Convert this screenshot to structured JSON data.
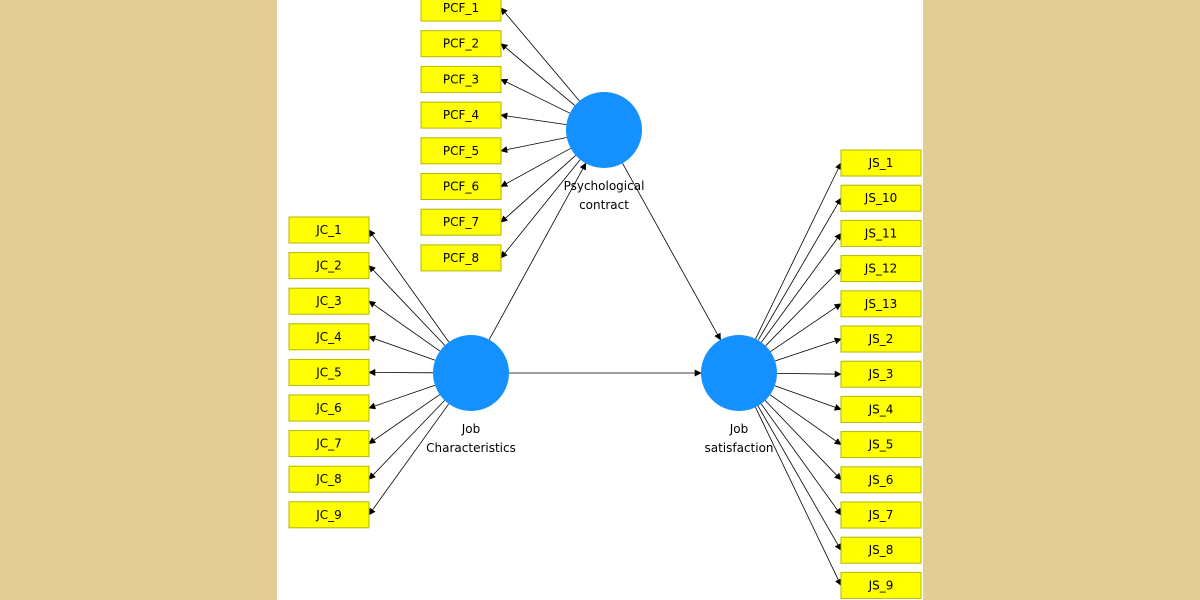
{
  "colors": {
    "background": "#e2cd97",
    "canvas": "#ffffff",
    "construct_fill": "#1490ff",
    "indicator_fill": "#ffff00",
    "indicator_border": "#b6b600",
    "line": "#000000"
  },
  "constructs": {
    "pc": {
      "label_line1": "Psychological",
      "label_line2": "contract"
    },
    "jc": {
      "label_line1": "Job",
      "label_line2": "Characteristics"
    },
    "js": {
      "label_line1": "Job",
      "label_line2": "satisfaction"
    }
  },
  "indicators": {
    "pc": [
      "PCF_1",
      "PCF_2",
      "PCF_3",
      "PCF_4",
      "PCF_5",
      "PCF_6",
      "PCF_7",
      "PCF_8"
    ],
    "jc": [
      "JC_1",
      "JC_2",
      "JC_3",
      "JC_4",
      "JC_5",
      "JC_6",
      "JC_7",
      "JC_8",
      "JC_9"
    ],
    "js": [
      "JS_1",
      "JS_10",
      "JS_11",
      "JS_12",
      "JS_13",
      "JS_2",
      "JS_3",
      "JS_4",
      "JS_5",
      "JS_6",
      "JS_7",
      "JS_8",
      "JS_9"
    ]
  },
  "paths": [
    {
      "from": "jc",
      "to": "pc"
    },
    {
      "from": "jc",
      "to": "js"
    },
    {
      "from": "pc",
      "to": "js"
    }
  ]
}
